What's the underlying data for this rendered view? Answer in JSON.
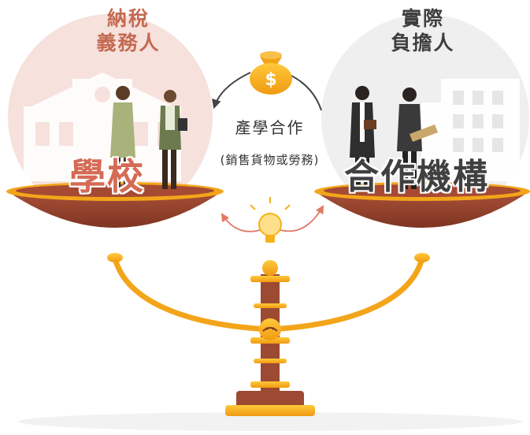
{
  "left_party": {
    "role_line1": "納稅",
    "role_line2": "義務人",
    "label": "學校"
  },
  "right_party": {
    "role_line1": "實際",
    "role_line2": "負擔人",
    "label": "合作機構"
  },
  "center": {
    "title": "產學合作",
    "subtitle": "(銷售貨物或勞務)"
  },
  "money_symbol": "$",
  "icons": [
    "money-bag-icon",
    "lightbulb-icon",
    "school-building-icon",
    "office-building-icon"
  ],
  "colors": {
    "left_accent": "#d56a55",
    "right_accent": "#404040",
    "scale_gold": "#f5b21a",
    "bowl_brown": "#9c4a32",
    "left_circle": "#f6e1dc",
    "right_circle": "#efefef"
  }
}
